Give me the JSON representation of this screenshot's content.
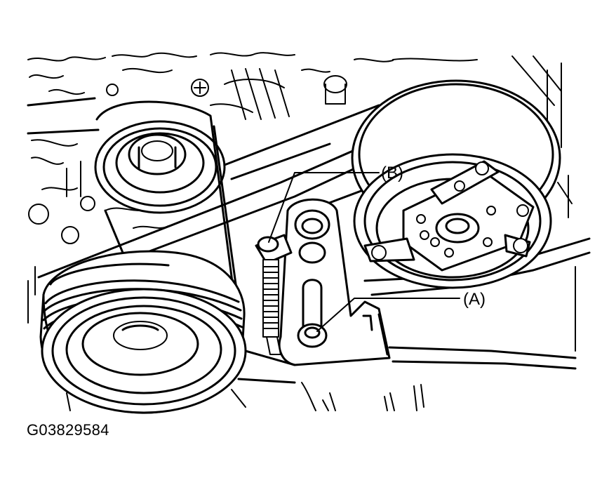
{
  "callouts": {
    "a": "(A)",
    "b": "(B)"
  },
  "figure_id": "G03829584",
  "colors": {
    "line": "#000000",
    "background": "#ffffff"
  }
}
